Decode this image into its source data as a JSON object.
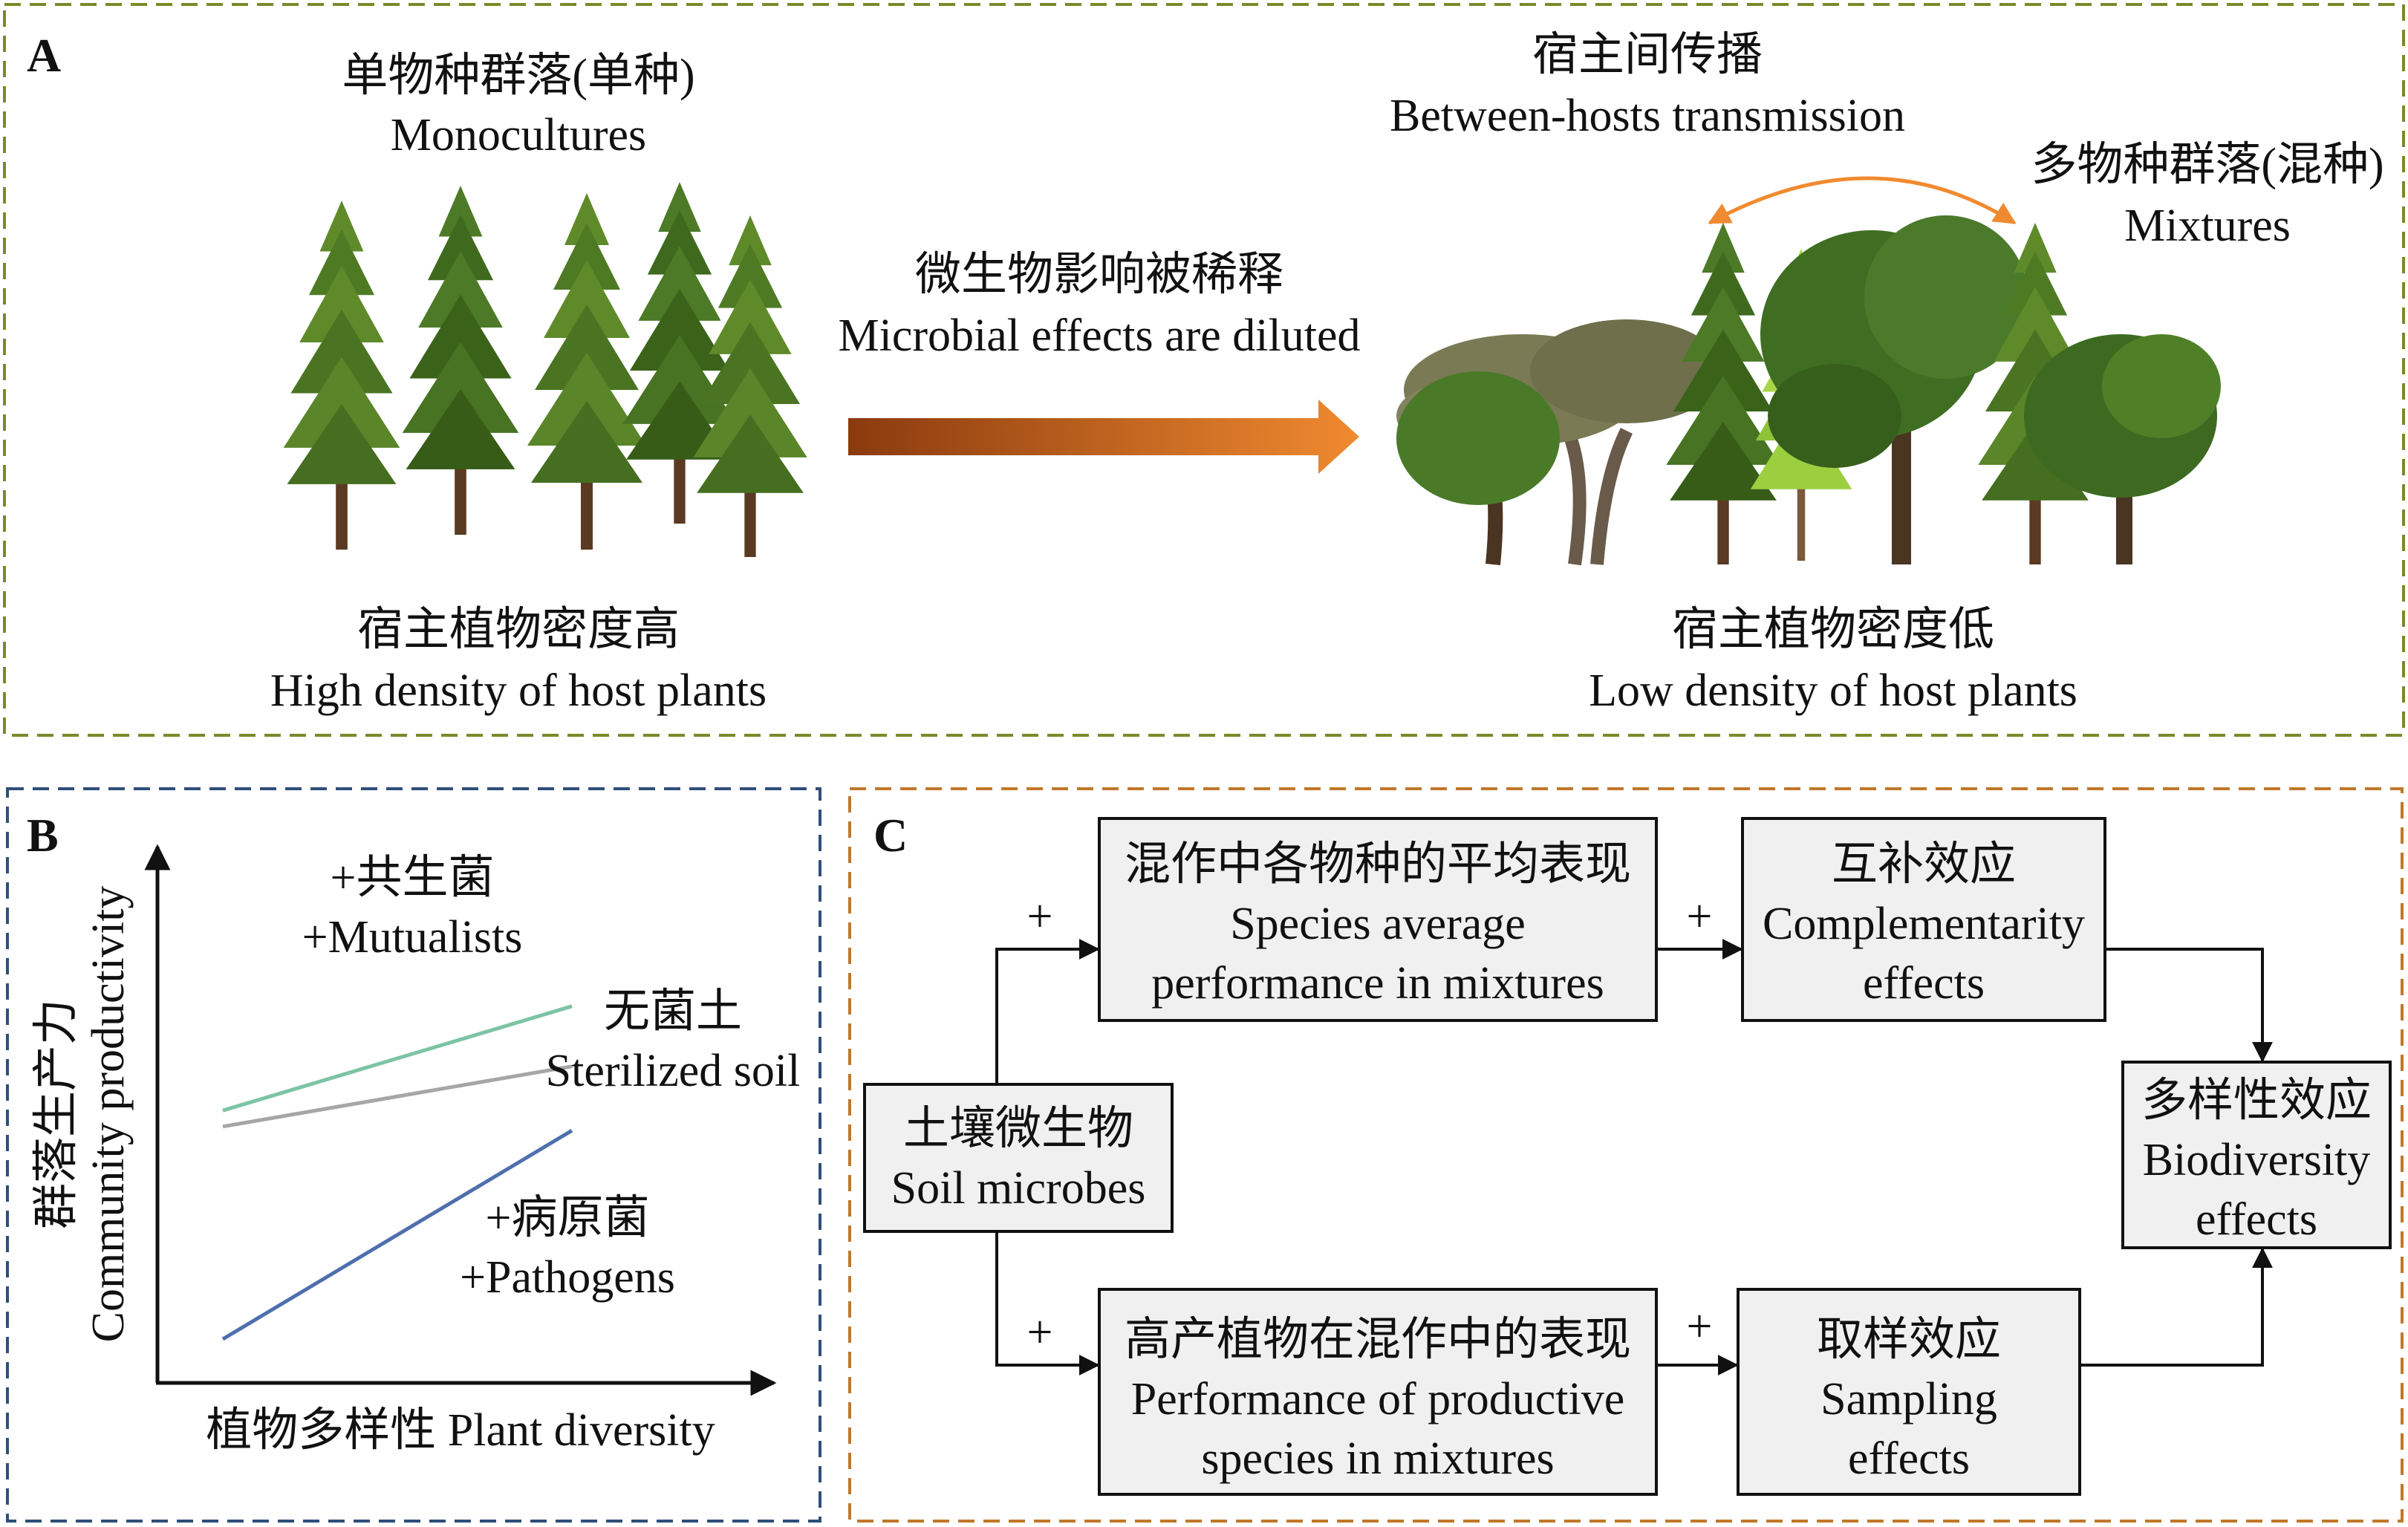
{
  "panels": {
    "A": {
      "letter": "A",
      "monoculture": {
        "zh": "单物种群落(单种)",
        "en": "Monocultures"
      },
      "dilution": {
        "zh": "微生物影响被稀释",
        "en": "Microbial effects are diluted"
      },
      "transmission": {
        "zh": "宿主间传播",
        "en": "Between-hosts transmission"
      },
      "mixture": {
        "zh": "多物种群落(混种)",
        "en": "Mixtures"
      },
      "high_density": {
        "zh": "宿主植物密度高",
        "en": "High density of host plants"
      },
      "low_density": {
        "zh": "宿主植物密度低",
        "en": "Low density of host plants"
      }
    },
    "B": {
      "letter": "B",
      "ylabel_zh": "群落生产力",
      "ylabel_en": "Community productivity",
      "xlabel": "植物多样性 Plant diversity",
      "mutualists": {
        "zh": "+共生菌",
        "en": "+Mutualists"
      },
      "sterilized": {
        "zh": "无菌土",
        "en": "Sterilized soil"
      },
      "pathogens": {
        "zh": "+病原菌",
        "en": "+Pathogens"
      }
    },
    "C": {
      "letter": "C",
      "soil": {
        "zh": "土壤微生物",
        "en": "Soil microbes"
      },
      "avg": {
        "zh": "混作中各物种的平均表现",
        "en1": "Species average",
        "en2": "performance in mixtures"
      },
      "prod": {
        "zh": "高产植物在混作中的表现",
        "en1": "Performance of productive",
        "en2": "species in mixtures"
      },
      "comp": {
        "zh": "互补效应",
        "en1": "Complementarity",
        "en2": "effects"
      },
      "samp": {
        "zh": "取样效应",
        "en1": "Sampling",
        "en2": "effects"
      },
      "bio": {
        "zh": "多样性效应",
        "en1": "Biodiversity",
        "en2": "effects"
      },
      "plus": "+"
    }
  },
  "chart_data": {
    "type": "line",
    "xlabel": "植物多样性 Plant diversity",
    "ylabel": "群落生产力 Community productivity",
    "series": [
      {
        "name": "+Mutualists",
        "x": [
          0,
          1
        ],
        "y": [
          0.62,
          0.88
        ],
        "color": "#7cc4a4"
      },
      {
        "name": "Sterilized soil",
        "x": [
          0,
          1
        ],
        "y": [
          0.58,
          0.73
        ],
        "color": "#a6a6a6"
      },
      {
        "name": "+Pathogens",
        "x": [
          0,
          1
        ],
        "y": [
          0.05,
          0.57
        ],
        "color": "#4e6fae"
      }
    ]
  },
  "colors": {
    "panelA_border": "#7a8a2a",
    "panelB_border": "#2f4f7a",
    "panelC_border": "#c0782a",
    "box_fill": "#f0f0f0",
    "arrow_start": "#8a3a0e",
    "arrow_end": "#f08a30",
    "transmission_arrow": "#f08a30"
  }
}
